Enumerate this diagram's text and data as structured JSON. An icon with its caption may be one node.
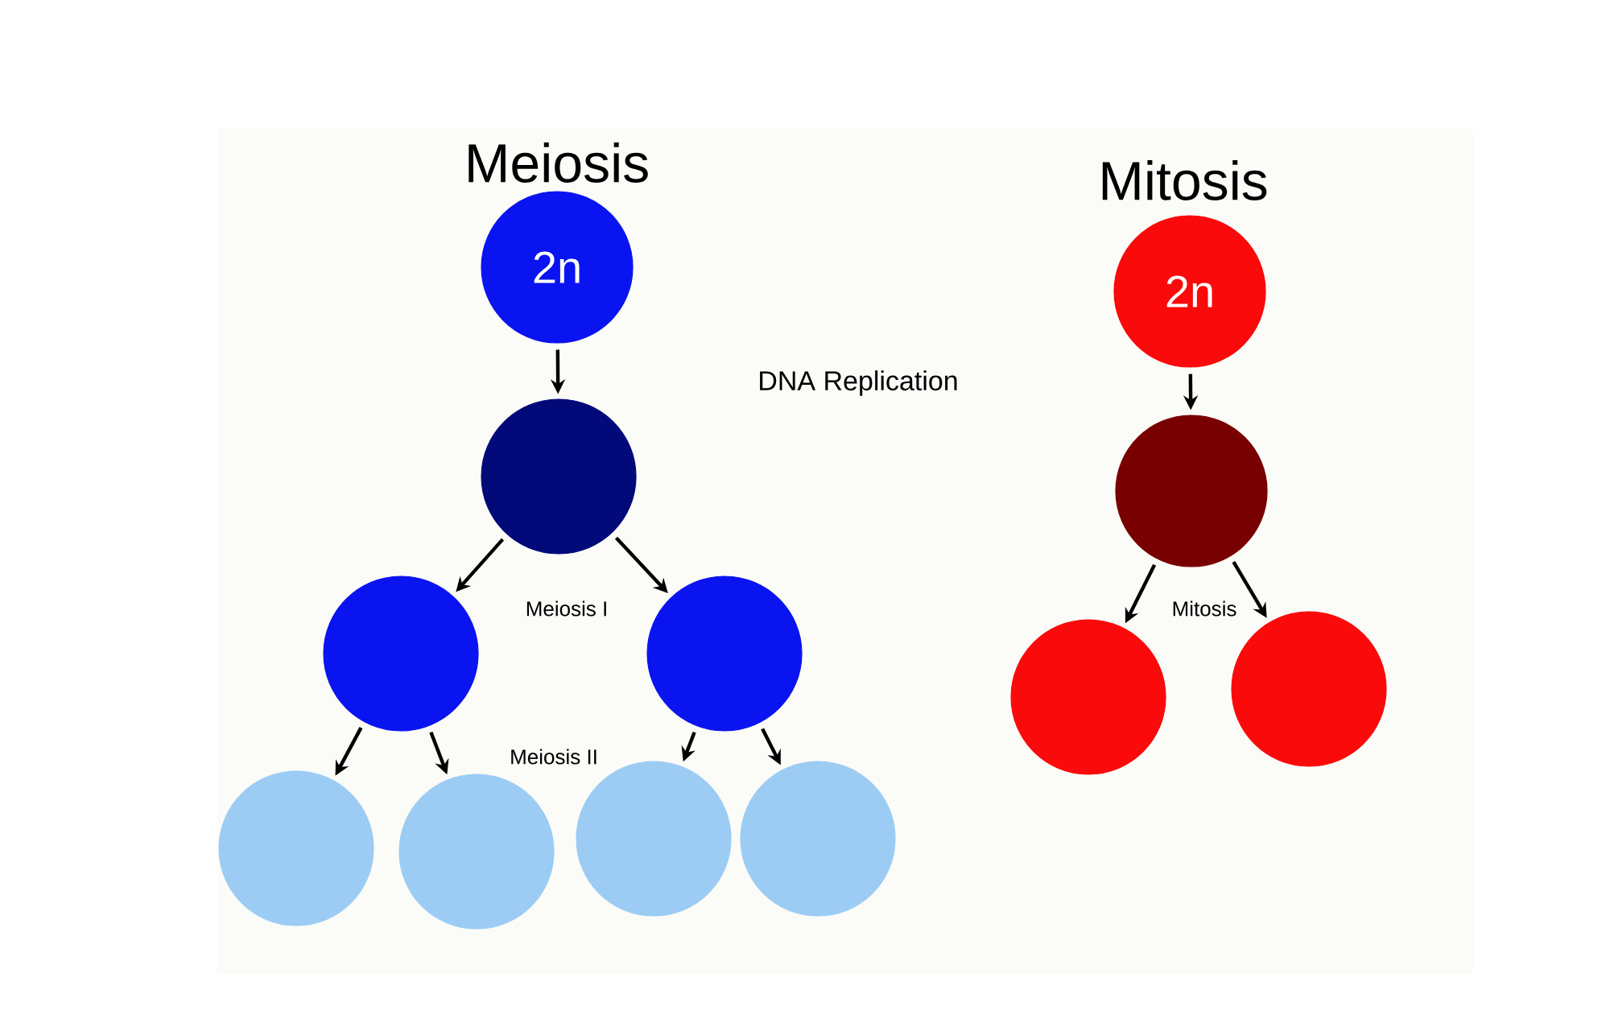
{
  "diagram": {
    "nodes": [
      {
        "text": [
          "2n"
        ]
      },
      {
        "text": [
          "2n"
        ]
      },
      {
        "text": [],
        "shape": "circle"
      },
      {
        "text": [],
        "shape": "circle"
      },
      {
        "text": [],
        "shape": "circle"
      },
      {
        "text": [],
        "shape": "circle"
      },
      {
        "text": [],
        "shape": "circle"
      },
      {
        "text": [],
        "shape": "circle"
      },
      {
        "text": [],
        "shape": "circle"
      },
      {
        "text": [],
        "shape": "circle"
      },
      {
        "text": [],
        "shape": "circle"
      },
      {
        "text": [],
        "shape": "circle"
      }
    ],
    "edges": [
      {
        "from": 0,
        "to": 2,
        "arrow": "to"
      },
      {
        "from": 1,
        "to": 3,
        "arrow": "to"
      },
      {
        "from": 2,
        "to": 4,
        "arrow": "to"
      },
      {
        "from": 2,
        "to": 5,
        "arrow": "to"
      },
      {
        "from": 3,
        "to": 6,
        "arrow": "to"
      },
      {
        "from": 3,
        "to": 7,
        "arrow": "to"
      },
      {
        "from": 4,
        "to": 8,
        "arrow": "to"
      },
      {
        "from": 4,
        "to": 9,
        "arrow": "to"
      },
      {
        "from": 5,
        "to": 10,
        "arrow": "to"
      },
      {
        "from": 5,
        "to": 11,
        "arrow": "to"
      }
    ],
    "labels": [
      "Meiosis",
      "Mitosis",
      "DNA Replication",
      "Meiosis I",
      "Mitosis",
      "Meiosis II"
    ]
  }
}
